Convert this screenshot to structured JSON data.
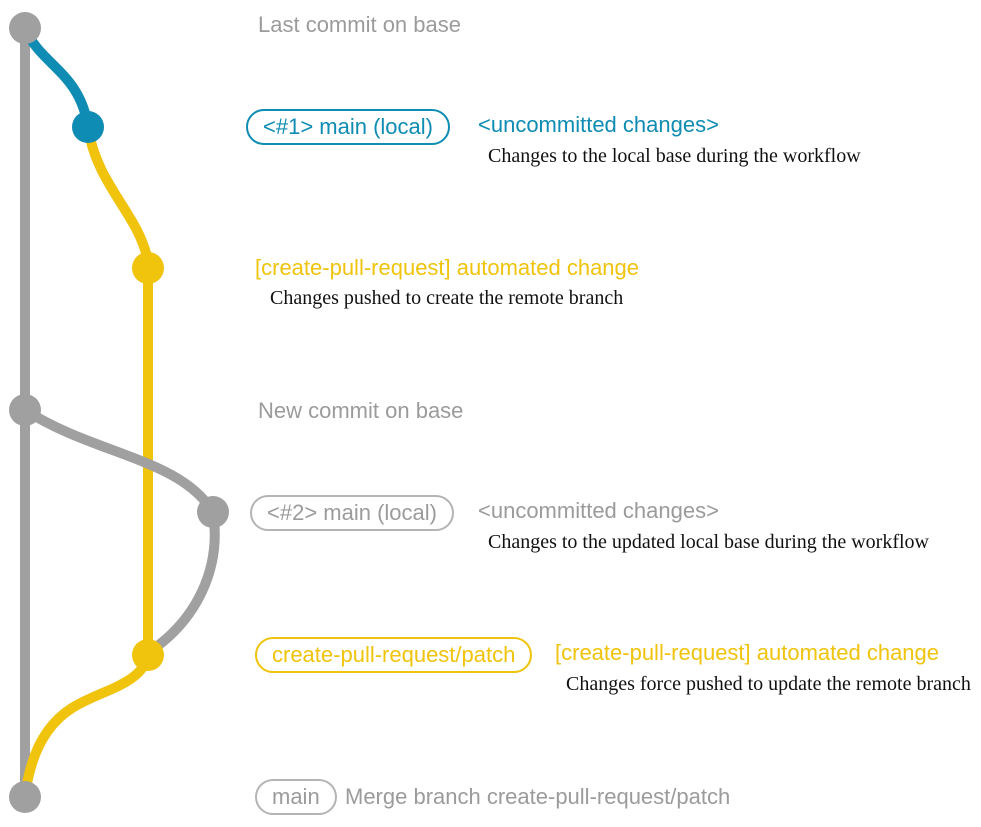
{
  "colors": {
    "teal": "#0e8cb3",
    "yellow": "#f0c30c",
    "gray": "#a0a0a0",
    "gray_text": "#9b9b9b",
    "gray_border": "#b4b4b4",
    "note_black": "#111111"
  },
  "rows": {
    "last_commit": {
      "title": "Last commit on base"
    },
    "first_main": {
      "badge": "<#1> main (local)",
      "message": "<uncommitted changes>",
      "note": "Changes to the local base during the workflow"
    },
    "first_push": {
      "message": "[create-pull-request] automated change",
      "note": "Changes pushed to create the remote branch"
    },
    "new_commit": {
      "title": "New commit on base"
    },
    "second_main": {
      "badge": "<#2> main (local)",
      "message": "<uncommitted changes>",
      "note": "Changes to the updated local base during the workflow"
    },
    "force_push": {
      "badge": "create-pull-request/patch",
      "message": "[create-pull-request] automated change",
      "note": "Changes force pushed to update the remote branch"
    },
    "merge": {
      "badge": "main",
      "message": "Merge branch create-pull-request/patch"
    }
  }
}
